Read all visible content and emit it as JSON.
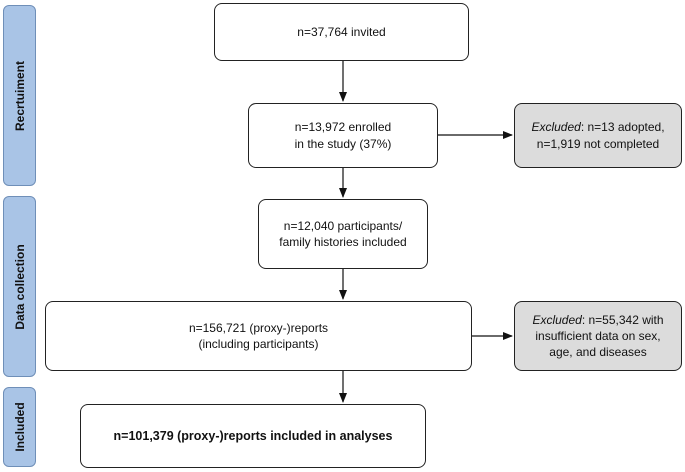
{
  "stages": [
    {
      "label": "Recrtuiment"
    },
    {
      "label": "Data collection"
    },
    {
      "label": "Included"
    }
  ],
  "boxes": {
    "invited": {
      "text": "n=37,764 invited"
    },
    "enrolled": {
      "line1": "n=13,972 enrolled",
      "line2": "in the study (37%)"
    },
    "excluded_enrollment": {
      "italic": "Excluded",
      "rest1": ": n=13 adopted,",
      "line2": "n=1,919 not completed"
    },
    "participants": {
      "line1": "n=12,040 participants/",
      "line2": "family histories included"
    },
    "proxy_reports": {
      "line1": "n=156,721 (proxy-)reports",
      "line2": "(including participants)"
    },
    "excluded_reports": {
      "italic": "Excluded",
      "rest1": ": n=55,342 with",
      "line2": "insufficient data on sex,",
      "line3": "age, and diseases"
    },
    "final": {
      "text": "n=101,379 (proxy-)reports included in analyses"
    }
  },
  "colors": {
    "stage_fill": "#a9c4e6",
    "excluded_fill": "#dcdcdc",
    "arrow": "#111111"
  }
}
